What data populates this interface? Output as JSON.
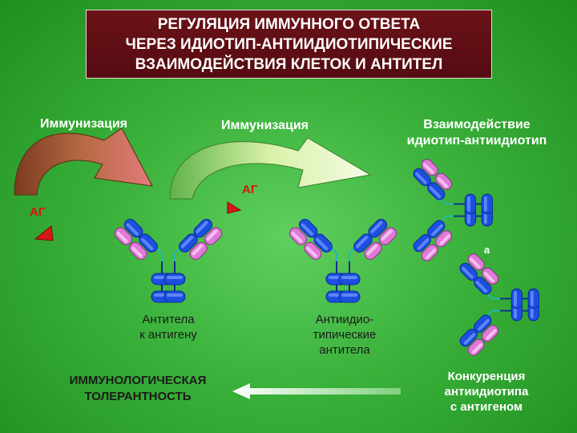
{
  "title": {
    "line1": "РЕГУЛЯЦИЯ ИММУННОГО ОТВЕТА",
    "line2": "ЧЕРЕЗ ИДИОТИП-АНТИИДИОТИПИЧЕСКИЕ",
    "line3": "ВЗАИМОДЕЙСТВИЯ КЛЕТОК И АНТИТЕЛ"
  },
  "labels": {
    "immunization_1": "Иммунизация",
    "immunization_2": "Иммунизация",
    "interaction_line1": "Взаимодействие",
    "interaction_line2": "идиотип-антиидиотип",
    "ag_left": "АГ",
    "ag_middle": "АГ",
    "ag_right_fragment": "а",
    "antibodies_line1": "Антитела",
    "antibodies_line2": "к антигену",
    "anti_idio_line1": "Антиидио-",
    "anti_idio_line2": "типические",
    "anti_idio_line3": "антитела",
    "tolerance_line1": "ИММУНОЛОГИЧЕСКАЯ",
    "tolerance_line2": "ТОЛЕРАНТНОСТЬ",
    "competition_line1": "Конкуренция",
    "competition_line2": "антиидиотипа",
    "competition_line3": "с антигеном"
  },
  "colors": {
    "background": "#3ab13a",
    "title_bg": "#5e0e14",
    "heavy_chain": "#1c4fe0",
    "light_chain": "#e07ad8",
    "antigen": "#d81818",
    "arrow_brown": "#8b4a2a",
    "arrow_green": "#d8ef9c",
    "arrow_left": "#ffffff"
  }
}
